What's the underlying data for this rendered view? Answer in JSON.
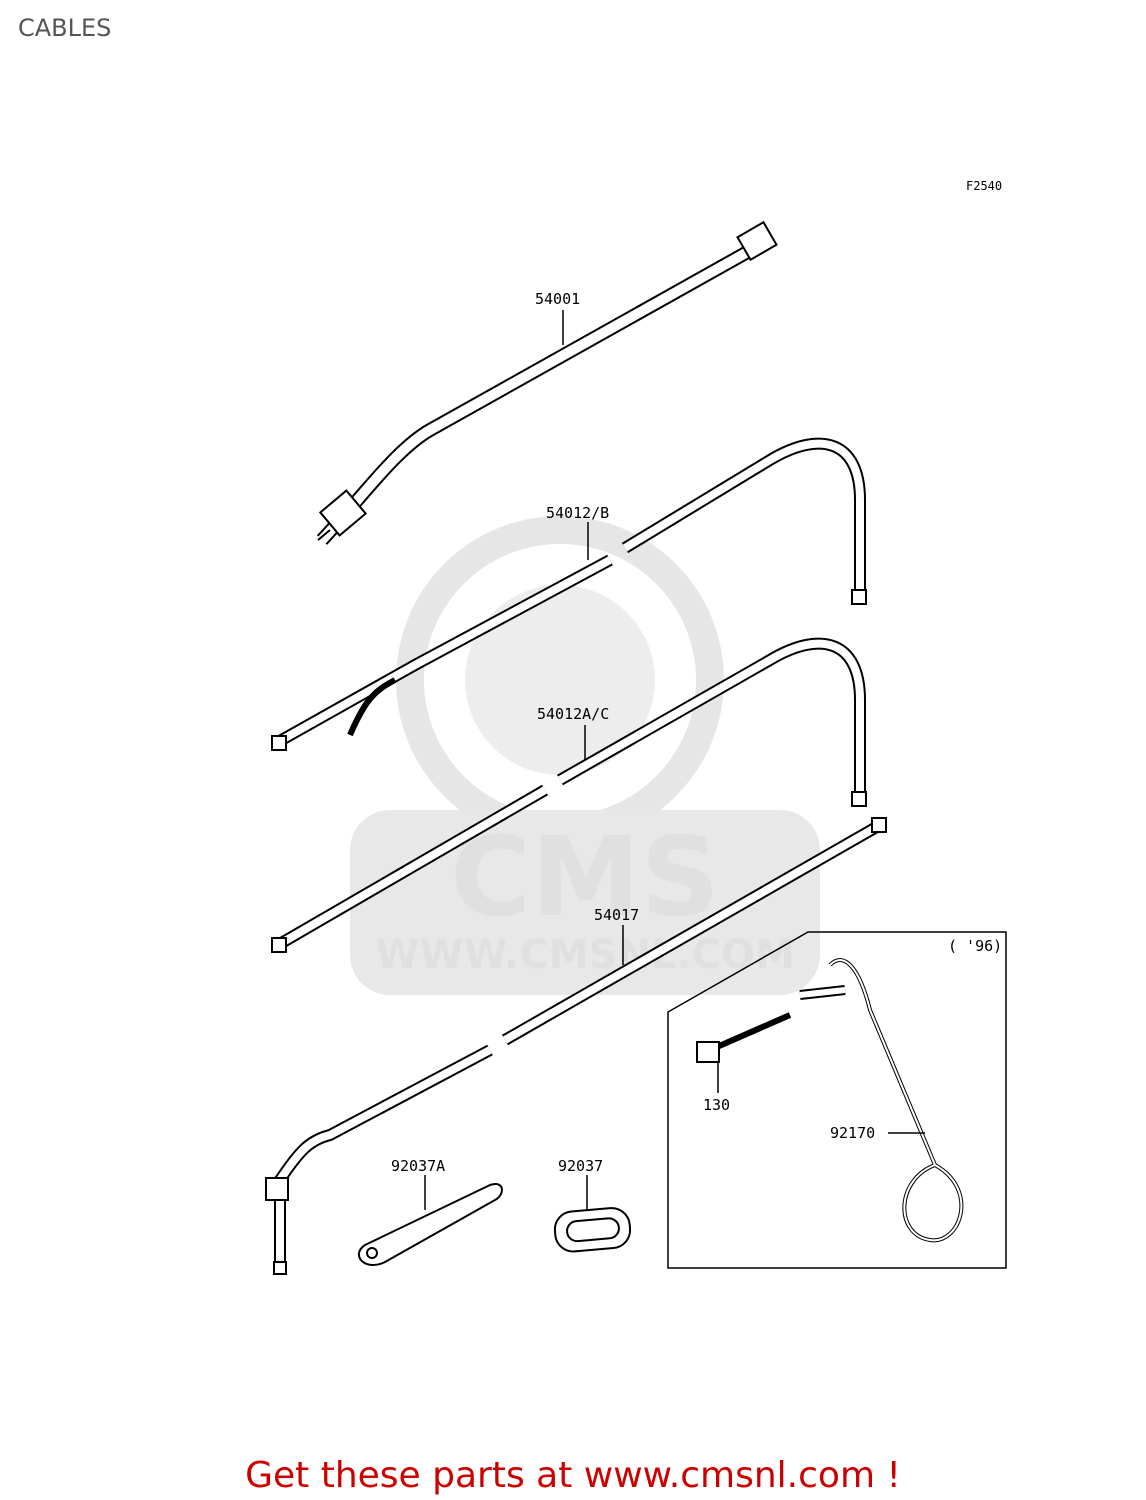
{
  "header": {
    "title": "CABLES"
  },
  "diagram": {
    "figure_code": "F2540",
    "variant_label": "( '96)",
    "parts": [
      {
        "label": "54001"
      },
      {
        "label": "54012/B"
      },
      {
        "label": "54012A/C"
      },
      {
        "label": "54017"
      },
      {
        "label": "92037A"
      },
      {
        "label": "92037"
      },
      {
        "label": "130"
      },
      {
        "label": "92170"
      }
    ],
    "watermark": {
      "brand": "CMS",
      "url": "WWW.CMSNL.COM"
    }
  },
  "footer": {
    "link_text": "Get these parts at www.cmsnl.com !"
  },
  "colors": {
    "link": "#cc0000",
    "title": "#555555",
    "watermark": "#dddddd"
  }
}
